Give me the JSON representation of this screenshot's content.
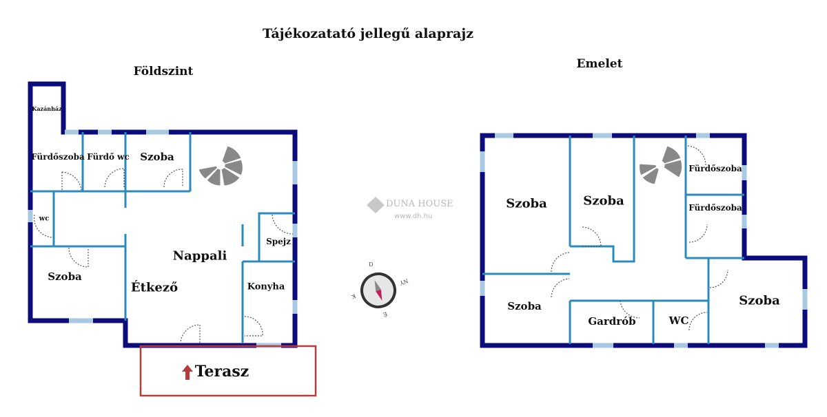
{
  "title": "Tájékozatató jellegű alaprajz",
  "ground_floor": {
    "heading": "Földszint",
    "rooms": [
      "Kazánház",
      "Fürdőszoba",
      "Fürdő wc",
      "Szoba",
      "wc",
      "Szoba",
      "Nappali",
      "Étkező",
      "Spejz",
      "Konyha"
    ],
    "terrace": "Terasz"
  },
  "upper_floor": {
    "heading": "Emelet",
    "rooms": [
      "Szoba",
      "Szoba",
      "Fürdőszoba",
      "Fürdőszoba",
      "Szoba",
      "Gardrób",
      "WC",
      "Szoba"
    ]
  },
  "watermark": {
    "brand": "DUNA HOUSE",
    "url": "www.dh.hu"
  },
  "compass": {
    "labels": [
      "D",
      "NY",
      "K",
      "É"
    ]
  },
  "colors": {
    "outer_wall": "#0c0c7a",
    "inner_wall": "#2a8bb8",
    "window": "#a9c9e2",
    "terrace": "#b83a3a"
  }
}
